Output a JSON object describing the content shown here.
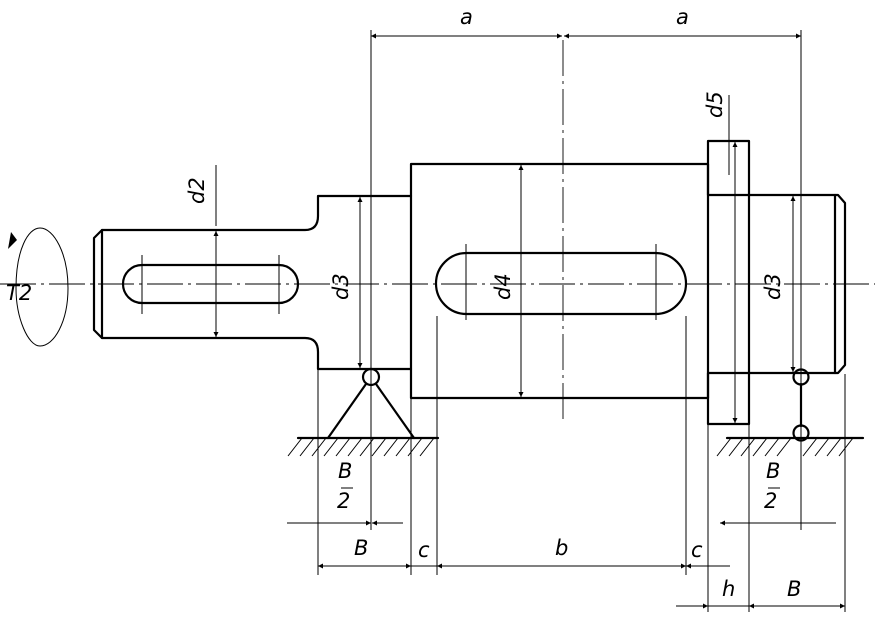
{
  "labels": {
    "a_left": "a",
    "a_right": "a",
    "d5": "d5",
    "d2": "d2",
    "d3_left": "d3",
    "d4": "d4",
    "d3_right": "d3",
    "T2": "T2",
    "B_half_left": "B",
    "two_left": "2",
    "B_half_right": "B",
    "two_right": "2",
    "B_left": "B",
    "c_left": "c",
    "b": "b",
    "c_right": "c",
    "h": "h",
    "B_right": "B"
  }
}
